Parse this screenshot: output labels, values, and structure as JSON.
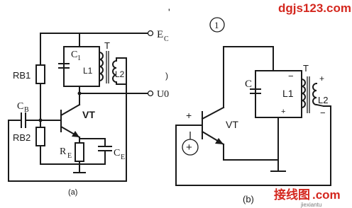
{
  "watermark_top": "dgjs123.com",
  "watermark_bottom_cn": "接线图",
  "watermark_bottom_com": ".com",
  "watermark_bottom_small": "jiexiantu",
  "circuit_a": {
    "label_Ec": "E",
    "label_Ec_sub": "C",
    "label_RB1": "RB1",
    "label_RB2": "RB2",
    "label_CB": "C",
    "label_CB_sub": "B",
    "label_C1": "C",
    "label_C1_sub": "1",
    "label_L1": "L1",
    "label_L2": "L2",
    "label_T": "T",
    "label_U0": "U0",
    "label_VT": "VT",
    "label_RE": "R",
    "label_RE_sub": "E",
    "label_CE": "C",
    "label_CE_sub": "E",
    "caption": "(a)"
  },
  "circuit_b": {
    "number": "1",
    "label_T": "T",
    "label_C": "C",
    "label_L1": "L1",
    "label_L2": "L2",
    "label_VT": "VT",
    "plus_base": "+",
    "plus_tank": "+",
    "plus_L2": "+",
    "minus_tank": "−",
    "minus_L2": "−",
    "plus_source": "+",
    "caption": "(b)"
  }
}
